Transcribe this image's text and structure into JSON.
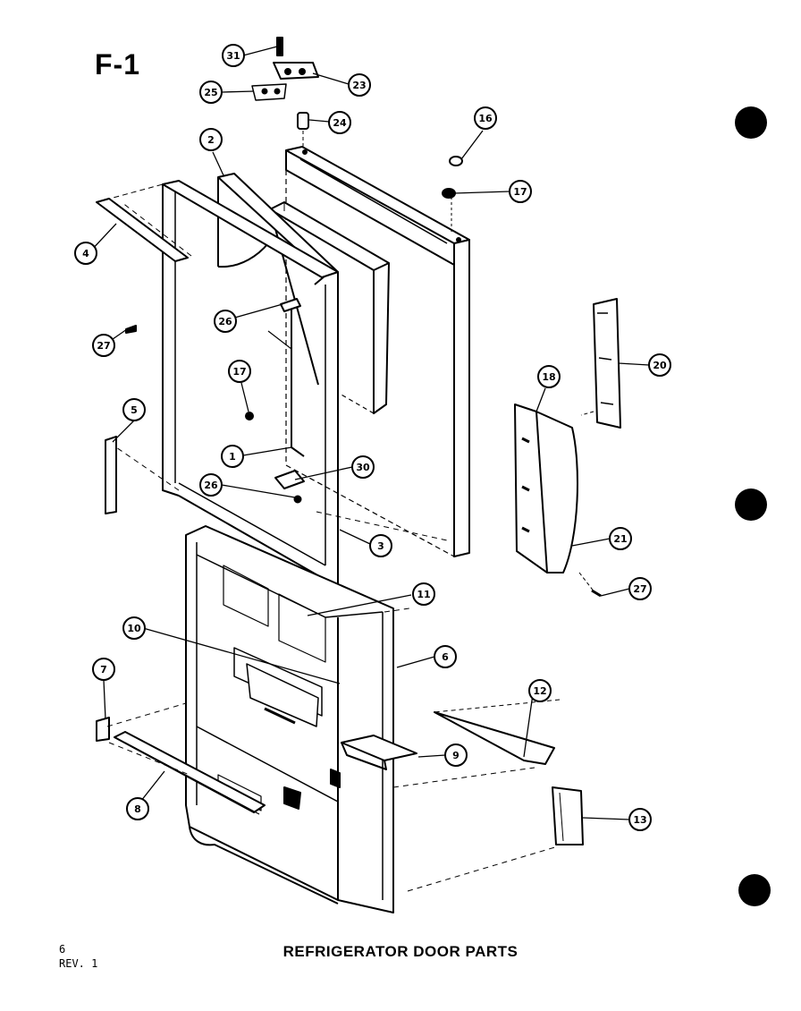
{
  "page_id": "F-1",
  "caption": "REFRIGERATOR DOOR PARTS",
  "page_number": "6",
  "revision": "REV. 1",
  "callouts": {
    "c31": "31",
    "c23": "23",
    "c25": "25",
    "c24": "24",
    "c16": "16",
    "c17a": "17",
    "c2": "2",
    "c4": "4",
    "c26a": "26",
    "c27a": "27",
    "c17b": "17",
    "c5": "5",
    "c1": "1",
    "c30": "30",
    "c26b": "26",
    "c3": "3",
    "c18": "18",
    "c20": "20",
    "c21": "21",
    "c27b": "27",
    "c11": "11",
    "c10": "10",
    "c6": "6",
    "c7": "7",
    "c12": "12",
    "c9": "9",
    "c8": "8",
    "c13": "13"
  }
}
